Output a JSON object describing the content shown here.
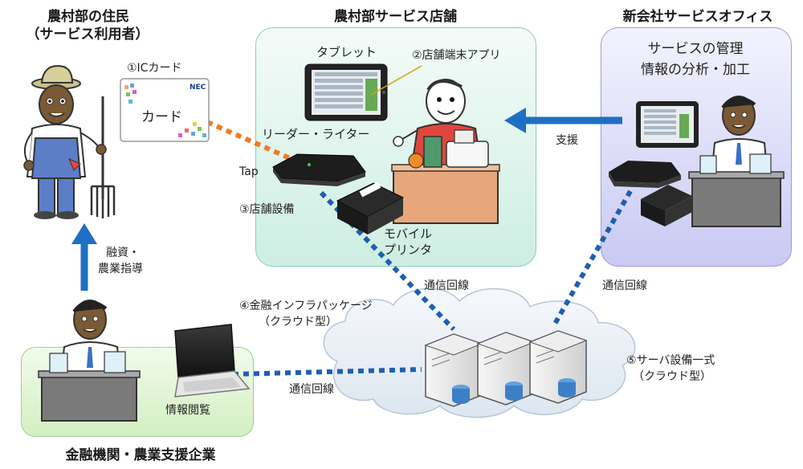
{
  "headers": {
    "resident": "農村部の住民",
    "resident_sub": "（サービス利用者）",
    "store": "農村部サービス店舗",
    "office": "新会社サービスオフィス",
    "finance": "金融機関・農業支援企業"
  },
  "labels": {
    "ic_card": "①ICカード",
    "card_text": "カード",
    "nec": "NEC",
    "tablet": "タブレット",
    "store_app": "②店舗端末アプリ",
    "reader_writer": "リーダー・ライター",
    "tap": "Tap",
    "store_equipment": "③店舗設備",
    "mobile_printer_1": "モバイル",
    "mobile_printer_2": "プリンタ",
    "service_mgmt_1": "サービスの管理",
    "service_mgmt_2": "情報の分析・加工",
    "support": "支援",
    "loan_1": "融資・",
    "loan_2": "農業指導",
    "comm_line_store": "通信回線",
    "comm_line_office": "通信回線",
    "comm_line_finance": "通信回線",
    "infra_package_1": "④金融インフラパッケージ",
    "infra_package_2": "（クラウド型）",
    "server_set_1": "⑤サーバ設備一式",
    "server_set_2": "（クラウド型）",
    "info_browse": "情報閲覧"
  },
  "colors": {
    "arrow_blue": "#1f6fc4",
    "dotted_blue": "#1f5fb0",
    "dotted_orange": "#f07a1f",
    "store_bg": "#cdeee3",
    "office_bg": "#c9c9f3",
    "finance_bg": "#d3efc2"
  }
}
